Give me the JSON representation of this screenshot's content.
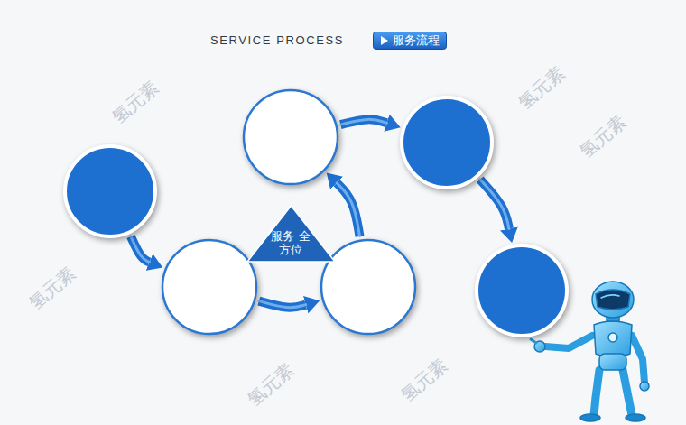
{
  "diagram": {
    "title": "SERVICE PROCESS",
    "nodes": [
      {
        "text": [
          "服务流程"
        ]
      },
      {
        "text": []
      },
      {
        "text": []
      },
      {
        "text": []
      },
      {
        "text": []
      },
      {
        "text": []
      },
      {
        "text": []
      },
      {
        "text": [
          "服务 全方位"
        ]
      }
    ],
    "edges": [
      {
        "from": 1,
        "to": 2,
        "arrow": "to"
      },
      {
        "from": 2,
        "to": 3,
        "arrow": "to"
      },
      {
        "from": 3,
        "to": 4,
        "arrow": "to"
      },
      {
        "from": 4,
        "to": 5,
        "arrow": "to"
      },
      {
        "from": 5,
        "to": 6,
        "arrow": "to"
      }
    ],
    "labels": [
      "氢元素",
      "氢元素",
      "氢元素",
      "氢元素",
      "氢元素",
      "氢元素"
    ]
  }
}
